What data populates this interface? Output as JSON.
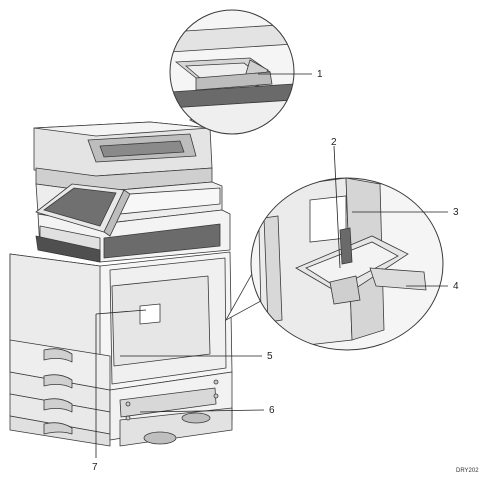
{
  "figure": {
    "callouts": [
      {
        "id": "1",
        "label": "1"
      },
      {
        "id": "2",
        "label": "2"
      },
      {
        "id": "3",
        "label": "3"
      },
      {
        "id": "4",
        "label": "4"
      },
      {
        "id": "5",
        "label": "5"
      },
      {
        "id": "6",
        "label": "6"
      },
      {
        "id": "7",
        "label": "7"
      }
    ],
    "figure_id": "DRY202"
  },
  "colors": {
    "outline": "#3a3a3a",
    "body_light": "#f0f0f0",
    "body_mid": "#d9d9d9",
    "body_dark": "#5a5a5a",
    "panel_screen": "#6f6f6f"
  }
}
